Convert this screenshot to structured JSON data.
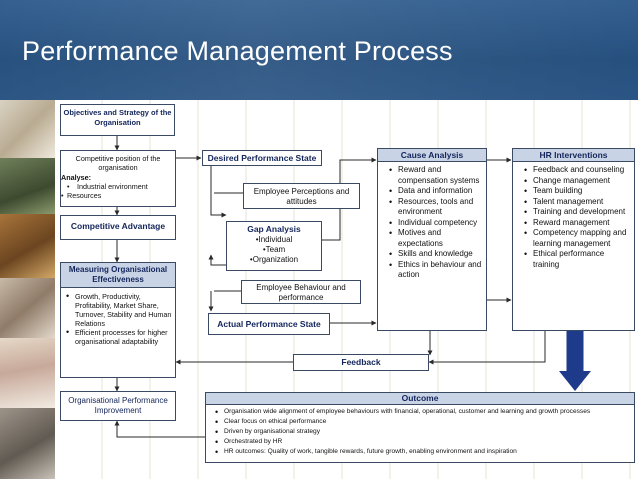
{
  "slide": {
    "title": "Performance Management Process"
  },
  "boxes": {
    "objectives": {
      "line1": "Objectives and Strategy of the",
      "line2": "Organisation"
    },
    "competitive_position": {
      "line1": "Competitive position of the",
      "line2": "organisation",
      "analyse_label": "Analyse:",
      "item1": "Industrial environment",
      "item2": "Resources"
    },
    "competitive_advantage": {
      "title": "Competitive Advantage"
    },
    "measuring": {
      "title_line1": "Measuring Organisational",
      "title_line2": "Effectiveness",
      "items": [
        "Growth, Productivity, Profitability, Market Share, Turnover, Stability and Human Relations",
        "Efficient processes for higher organisational adaptability"
      ]
    },
    "org_improvement": {
      "line1": "Organisational Performance",
      "line2": "Improvement"
    },
    "desired_state": {
      "title": "Desired Performance State"
    },
    "employee_perceptions": {
      "line1": "Employee Perceptions and",
      "line2": "attitudes"
    },
    "gap_analysis": {
      "title": "Gap Analysis",
      "items": [
        "Individual",
        "Team",
        "Organization"
      ]
    },
    "employee_behaviour": {
      "line1": "Employee Behaviour and",
      "line2": "performance"
    },
    "actual_state": {
      "title": "Actual Performance State"
    },
    "feedback": {
      "title": "Feedback"
    },
    "cause_analysis": {
      "title": "Cause Analysis",
      "items": [
        "Reward and compensation systems",
        "Data and information",
        "Resources, tools and environment",
        "Individual competency",
        "Motives and expectations",
        "Skills and knowledge",
        "Ethics in behaviour and action"
      ]
    },
    "hr_interventions": {
      "title": "HR Interventions",
      "items": [
        "Feedback and counseling",
        "Change management",
        "Team building",
        "Talent management",
        "Training and development",
        "Reward management",
        "Competency mapping and learning management",
        "Ethical performance training"
      ]
    },
    "outcome": {
      "title": "Outcome",
      "items": [
        "Organisation wide alignment of employee behaviours with financial, operational, customer and learning and growth processes",
        "Clear focus on ethical performance",
        "Driven by organisational strategy",
        "Orchestrated by HR",
        "HR outcomes: Quality of work, tangible rewards, future growth, enabling environment and inspiration"
      ]
    }
  },
  "colors": {
    "header_blue": "#1f4a7a",
    "box_header_fill": "#c9d3e6",
    "text_navy": "#13255a",
    "arrow_blue": "#1e3a8a"
  }
}
